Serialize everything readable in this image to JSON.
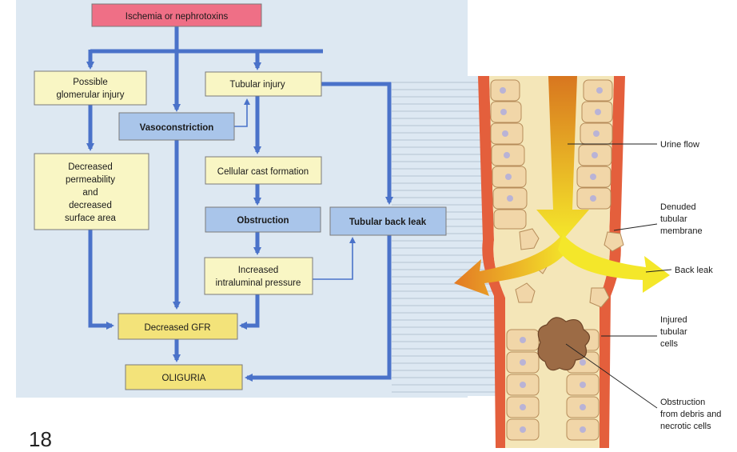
{
  "flowchart": {
    "nodes": {
      "ischemia": "Ischemia or nephrotoxins",
      "glomerular": [
        "Possible",
        "glomerular injury"
      ],
      "tubular_injury": "Tubular injury",
      "vasoconstriction": "Vasoconstriction",
      "decreased_perm": [
        "Decreased",
        "permeability",
        "and",
        "decreased",
        "surface area"
      ],
      "cast_formation": "Cellular cast formation",
      "obstruction": "Obstruction",
      "back_leak": "Tubular back leak",
      "pressure": [
        "Increased",
        "intraluminal pressure"
      ],
      "gfr": "Decreased GFR",
      "oliguria": "OLIGURIA"
    }
  },
  "tubule": {
    "labels": {
      "urine_flow": "Urine flow",
      "denuded": [
        "Denuded",
        "tubular",
        "membrane"
      ],
      "back_leak": "Back leak",
      "injured": [
        "Injured",
        "tubular",
        "cells"
      ],
      "obstruction": [
        "Obstruction",
        "from debris and",
        "necrotic cells"
      ]
    }
  },
  "page_number": "18",
  "colors": {
    "arrow": "#4a72c9",
    "pink_box": "#ef6f86",
    "yellow_box": "#f9f6c4",
    "blue_box": "#a9c5ea",
    "gfr_box": "#f3e37a"
  }
}
